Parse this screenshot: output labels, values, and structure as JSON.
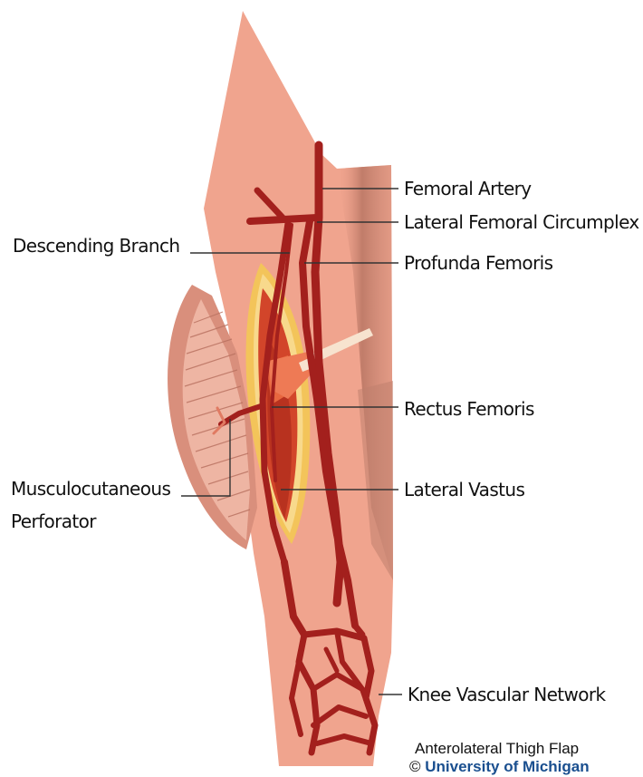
{
  "labels": {
    "femoral_artery": "Femoral Artery",
    "lateral_femoral_circumplex": "Lateral Femoral Circumplex",
    "descending_branch": "Descending Branch",
    "profunda_femoris": "Profunda Femoris",
    "rectus_femoris": "Rectus Femoris",
    "lateral_vastus": "Lateral Vastus",
    "musculocutaneous_line1": "Musculocutaneous",
    "musculocutaneous_line2": "Perforator",
    "knee_vascular_network": "Knee Vascular Network"
  },
  "credit": {
    "title": "Anterolateral Thigh Flap",
    "copyright_symbol": "©",
    "institution": "University of Michigan"
  },
  "colors": {
    "skin": "#f0a48e",
    "skin_shadow": "#c17e6c",
    "vessel": "#a3201d",
    "muscle": "#d2452a",
    "fat_yellow": "#f3c45a",
    "flap": "#e8a28f",
    "retractor": "#f7e3cf"
  }
}
